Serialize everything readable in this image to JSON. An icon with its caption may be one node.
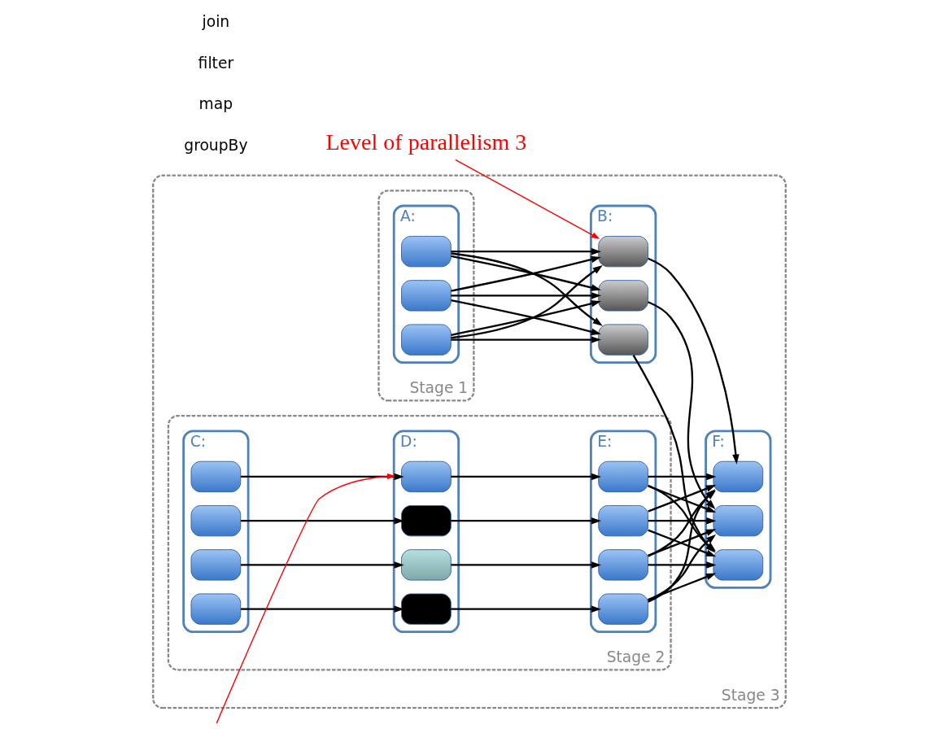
{
  "diagram": {
    "nodes": [
      {
        "text": [
          "Stage 3"
        ]
      },
      {
        "text": [
          "Stage 1"
        ],
        "in": 0
      },
      {
        "text": [
          "A:"
        ],
        "in": 1
      },
      {
        "text": [],
        "shape": "box",
        "in": 2
      },
      {
        "text": [],
        "shape": "box",
        "in": 2
      },
      {
        "text": [],
        "shape": "box",
        "in": 2
      },
      {
        "text": [
          "B:"
        ],
        "in": 0
      },
      {
        "text": [],
        "shape": "box",
        "in": 6
      },
      {
        "text": [],
        "shape": "box",
        "in": 6
      },
      {
        "text": [],
        "shape": "box",
        "in": 6
      },
      {
        "text": [
          "Stage 2"
        ],
        "in": 0
      },
      {
        "text": [
          "C:"
        ],
        "in": 10
      },
      {
        "text": [],
        "shape": "box",
        "in": 11
      },
      {
        "text": [],
        "shape": "box",
        "in": 11
      },
      {
        "text": [],
        "shape": "box",
        "in": 11
      },
      {
        "text": [],
        "shape": "box",
        "in": 11
      },
      {
        "text": [
          "D:"
        ],
        "in": 10
      },
      {
        "text": [],
        "shape": "box",
        "in": 16
      },
      {
        "text": [],
        "shape": "box",
        "in": 16
      },
      {
        "text": [],
        "shape": "box",
        "in": 16
      },
      {
        "text": [],
        "shape": "box",
        "in": 16
      },
      {
        "text": [
          "E:"
        ],
        "in": 10
      },
      {
        "text": [],
        "shape": "box",
        "in": 21
      },
      {
        "text": [],
        "shape": "box",
        "in": 21
      },
      {
        "text": [],
        "shape": "box",
        "in": 21
      },
      {
        "text": [],
        "shape": "box",
        "in": 21
      },
      {
        "text": [
          "F:"
        ],
        "in": 0
      },
      {
        "text": [],
        "shape": "box",
        "in": 26
      },
      {
        "text": [],
        "shape": "box",
        "in": 26
      },
      {
        "text": [],
        "shape": "box",
        "in": 26
      },
      {
        "text": [
          "Level of parallelism 3"
        ]
      }
    ],
    "edges": [
      {
        "from": 3,
        "to": 7,
        "arrow": "to"
      },
      {
        "from": 3,
        "to": 8,
        "arrow": "to"
      },
      {
        "from": 3,
        "to": 9,
        "arrow": "to"
      },
      {
        "from": 4,
        "to": 7,
        "arrow": "to"
      },
      {
        "from": 4,
        "to": 8,
        "arrow": "to"
      },
      {
        "from": 4,
        "to": 9,
        "arrow": "to"
      },
      {
        "from": 5,
        "to": 7,
        "arrow": "to"
      },
      {
        "from": 5,
        "to": 8,
        "arrow": "to"
      },
      {
        "from": 5,
        "to": 9,
        "arrow": "to"
      },
      {
        "from": 7,
        "to": 27,
        "arrow": "to"
      },
      {
        "from": 8,
        "to": 28,
        "arrow": "to"
      },
      {
        "from": 9,
        "to": 29,
        "arrow": "to"
      },
      {
        "from": 12,
        "to": 17,
        "arrow": "to"
      },
      {
        "from": 13,
        "to": 18,
        "arrow": "to"
      },
      {
        "from": 14,
        "to": 19,
        "arrow": "to"
      },
      {
        "from": 15,
        "to": 20,
        "arrow": "to"
      },
      {
        "from": 17,
        "to": 22,
        "arrow": "to"
      },
      {
        "from": 18,
        "to": 23,
        "arrow": "to"
      },
      {
        "from": 19,
        "to": 24,
        "arrow": "to"
      },
      {
        "from": 20,
        "to": 25,
        "arrow": "to"
      },
      {
        "from": 22,
        "to": 27,
        "arrow": "to"
      },
      {
        "from": 22,
        "to": 28,
        "arrow": "to"
      },
      {
        "from": 22,
        "to": 29,
        "arrow": "to"
      },
      {
        "from": 23,
        "to": 27,
        "arrow": "to"
      },
      {
        "from": 23,
        "to": 28,
        "arrow": "to"
      },
      {
        "from": 23,
        "to": 29,
        "arrow": "to"
      },
      {
        "from": 24,
        "to": 27,
        "arrow": "to"
      },
      {
        "from": 24,
        "to": 28,
        "arrow": "to"
      },
      {
        "from": 24,
        "to": 29,
        "arrow": "to"
      },
      {
        "from": 25,
        "to": 27,
        "arrow": "to"
      },
      {
        "from": 25,
        "to": 28,
        "arrow": "to"
      },
      {
        "from": 25,
        "to": 29,
        "arrow": "to"
      },
      {
        "from": 30,
        "to": 7,
        "arrow": "to",
        "color": "#ff0000"
      },
      {
        "from": null,
        "to": 16,
        "arrow": "to",
        "color": "#ff0000"
      }
    ],
    "labels": [
      "groupBy",
      "map",
      "filter",
      "join"
    ]
  }
}
